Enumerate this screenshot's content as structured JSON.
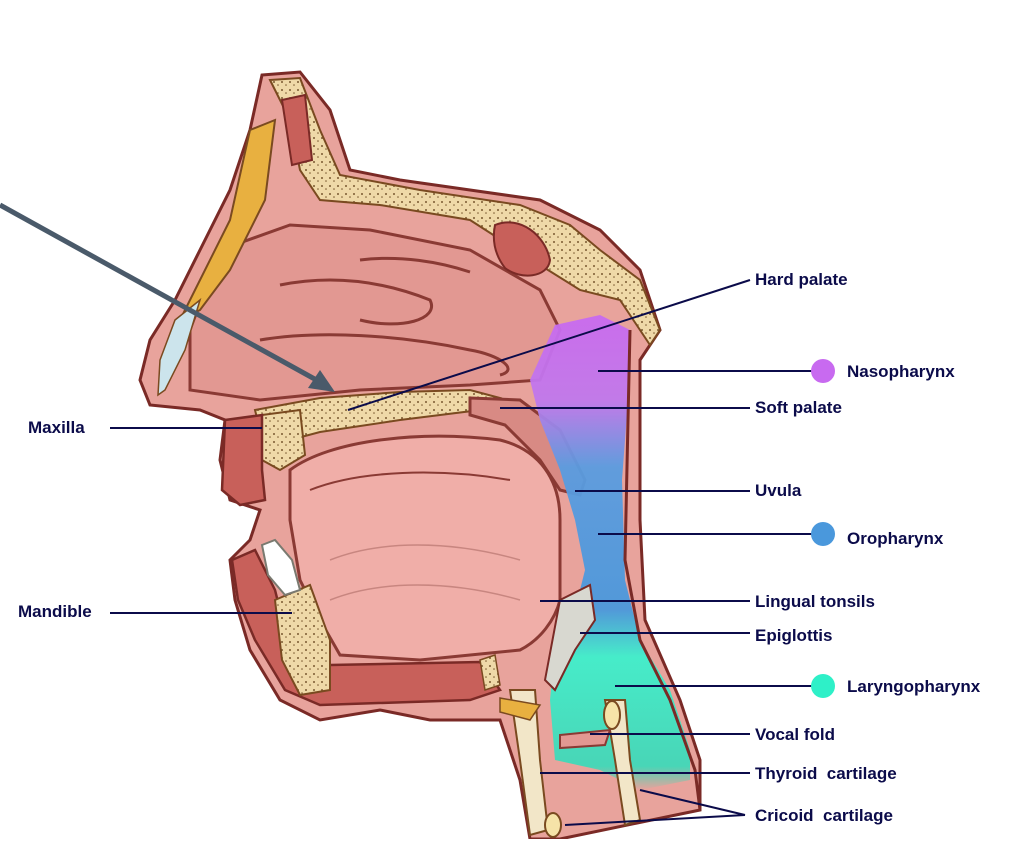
{
  "labels": {
    "hard_palate": "Hard palate",
    "nasopharynx": "Nasopharynx",
    "soft_palate": "Soft palate",
    "maxilla": "Maxilla",
    "uvula": "Uvula",
    "oropharynx": "Oropharynx",
    "mandible": "Mandible",
    "lingual_tonsils": "Lingual tonsils",
    "epiglottis": "Epiglottis",
    "laryngopharynx": "Laryngopharynx",
    "vocal_fold": "Vocal fold",
    "thyroid_cartilage": "Thyroid  cartilage",
    "cricoid_cartilage": "Cricoid  cartilage"
  },
  "colors": {
    "label_text": "#0b0b4a",
    "leader_line": "#0b0b4a",
    "arrow": "#4a5a6a",
    "nasopharynx": "#c86af0",
    "oropharynx": "#4a98dc",
    "laryngopharynx": "#2ef0c8",
    "tissue": "#e8a39c",
    "tissue_dark": "#c0504a",
    "bone": "#efd9a8",
    "cartilage": "#d8d8d0"
  }
}
